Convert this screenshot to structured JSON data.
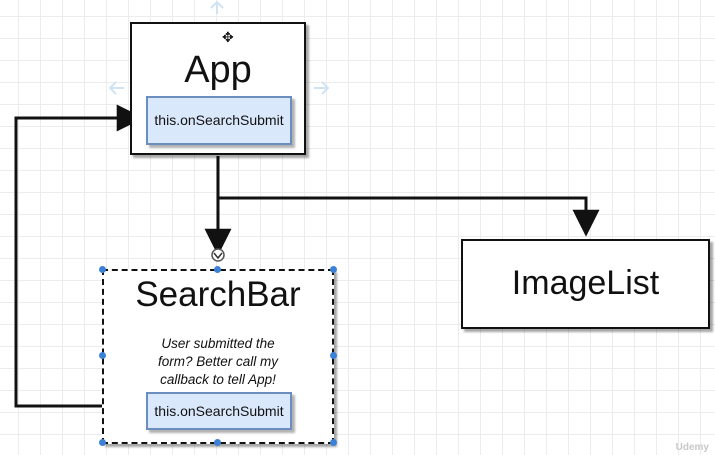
{
  "diagram": {
    "nodes": {
      "app": {
        "title": "App",
        "prop": "this.onSearchSubmit"
      },
      "searchbar": {
        "title": "SearchBar",
        "note_lines": [
          "User submitted the",
          "form?  Better call my",
          "callback to tell App!"
        ],
        "prop": "this.onSearchSubmit"
      },
      "imagelist": {
        "title": "ImageList"
      }
    },
    "edges": [
      {
        "from": "app",
        "to": "searchbar"
      },
      {
        "from": "app",
        "to": "imagelist"
      },
      {
        "from": "searchbar.prop",
        "to": "app.prop"
      }
    ]
  },
  "watermark": "Udemy",
  "colors": {
    "prop_fill": "#dae8fc",
    "prop_border": "#6c8ebf",
    "selection": "#3b82d6",
    "line": "#111111"
  }
}
